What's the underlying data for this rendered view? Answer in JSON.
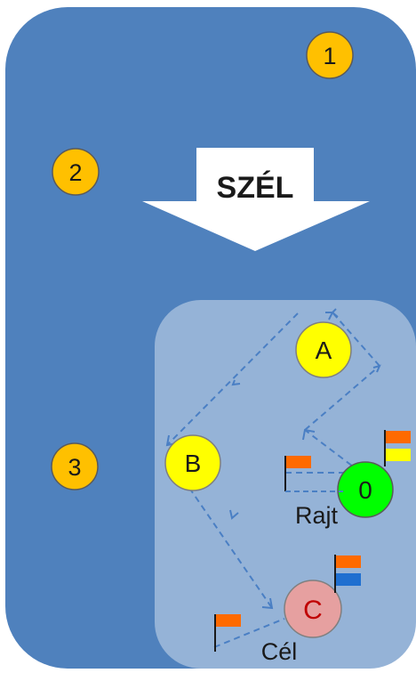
{
  "wind": {
    "label": "SZÉL"
  },
  "zones": [
    {
      "label": "1"
    },
    {
      "label": "2"
    },
    {
      "label": "3"
    }
  ],
  "marks": {
    "a": "A",
    "b": "B",
    "c": "C",
    "zero": "0"
  },
  "lines": {
    "start": "Rajt",
    "finish": "Cél"
  },
  "colors": {
    "water": "#4f81bd",
    "course_area": "#95b3d7",
    "zone_marker": "#ffc000",
    "wind_arrow": "#ffffff",
    "mark_yellow": "#ffff00",
    "mark_green": "#00ff00",
    "mark_pink": "#e6a0a0",
    "mark_c_text": "#c00000",
    "flag_orange": "#ff6a00",
    "flag_yellow": "#ffff00",
    "flag_blue": "#1f6fd0",
    "path_dashed": "#4a7fc4"
  }
}
